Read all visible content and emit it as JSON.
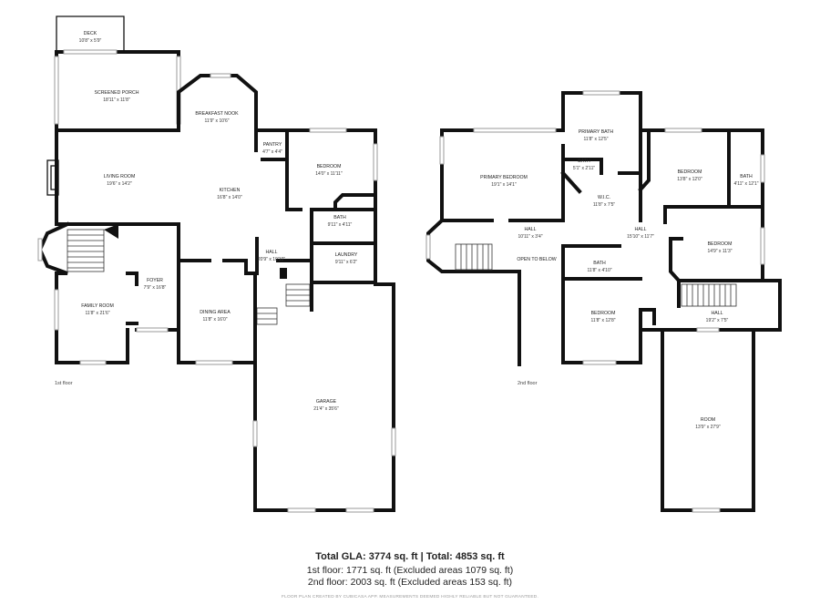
{
  "floor1": {
    "label": "1st floor",
    "rooms": [
      {
        "id": "deck",
        "name": "DECK",
        "dim": "10'8\" x 5'9\""
      },
      {
        "id": "screened-porch",
        "name": "SCREENED PORCH",
        "dim": "18'11\" x 11'8\""
      },
      {
        "id": "breakfast-nook",
        "name": "BREAKFAST NOOK",
        "dim": "11'9\" x 10'6\""
      },
      {
        "id": "pantry",
        "name": "PANTRY",
        "dim": "4'7\" x 4'4\""
      },
      {
        "id": "living-room",
        "name": "LIVING ROOM",
        "dim": "19'6\" x 14'2\""
      },
      {
        "id": "kitchen",
        "name": "KITCHEN",
        "dim": "16'8\" x 14'0\""
      },
      {
        "id": "bedroom",
        "name": "BEDROOM",
        "dim": "14'0\" x 11'11\""
      },
      {
        "id": "bath",
        "name": "BATH",
        "dim": "9'11\" x 4'11\""
      },
      {
        "id": "laundry",
        "name": "LAUNDRY",
        "dim": "9'11\" x 6'2\""
      },
      {
        "id": "hall",
        "name": "HALL",
        "dim": "20'9\" x 10'10\""
      },
      {
        "id": "foyer",
        "name": "FOYER",
        "dim": "7'9\" x 16'8\""
      },
      {
        "id": "family-room",
        "name": "FAMILY ROOM",
        "dim": "11'8\" x 21'6\""
      },
      {
        "id": "dining-area",
        "name": "DINING AREA",
        "dim": "11'8\" x 16'0\""
      },
      {
        "id": "garage",
        "name": "GARAGE",
        "dim": "21'4\" x 35'6\""
      }
    ]
  },
  "floor2": {
    "label": "2nd floor",
    "rooms": [
      {
        "id": "primary-bath",
        "name": "PRIMARY BATH",
        "dim": "11'8\" x 12'5\""
      },
      {
        "id": "bath-small",
        "name": "BATH",
        "dim": "5'1\" x 2'11\""
      },
      {
        "id": "primary-bedroom",
        "name": "PRIMARY BEDROOM",
        "dim": "19'1\" x 14'1\""
      },
      {
        "id": "wic",
        "name": "W.I.C.",
        "dim": "11'8\" x 7'5\""
      },
      {
        "id": "bedroom-ne",
        "name": "BEDROOM",
        "dim": "13'8\" x 12'0\""
      },
      {
        "id": "bath-ne",
        "name": "BATH",
        "dim": "4'11\" x 12'1\""
      },
      {
        "id": "hall-w",
        "name": "HALL",
        "dim": "10'11\" x 3'4\""
      },
      {
        "id": "hall-c",
        "name": "HALL",
        "dim": "15'10\" x 11'7\""
      },
      {
        "id": "bedroom-e",
        "name": "BEDROOM",
        "dim": "14'9\" x 11'3\""
      },
      {
        "id": "open-to-below",
        "name": "OPEN TO BELOW",
        "dim": ""
      },
      {
        "id": "bath-mid",
        "name": "BATH",
        "dim": "11'8\" x 4'10\""
      },
      {
        "id": "bedroom-s",
        "name": "BEDROOM",
        "dim": "11'8\" x 12'8\""
      },
      {
        "id": "hall-s",
        "name": "HALL",
        "dim": "19'2\" x 7'5\""
      },
      {
        "id": "room",
        "name": "ROOM",
        "dim": "13'9\" x 27'9\""
      }
    ]
  },
  "summary": {
    "total": "Total GLA: 3774 sq. ft | Total: 4853 sq. ft",
    "first_floor": "1st floor: 1771 sq. ft (Excluded areas 1079 sq. ft)",
    "second_floor": "2nd floor: 2003 sq. ft (Excluded areas 153 sq. ft)",
    "credit": "FLOOR PLAN CREATED BY CUBICASA APP. MEASUREMENTS DEEMED HIGHLY RELIABLE BUT NOT GUARANTEED."
  }
}
